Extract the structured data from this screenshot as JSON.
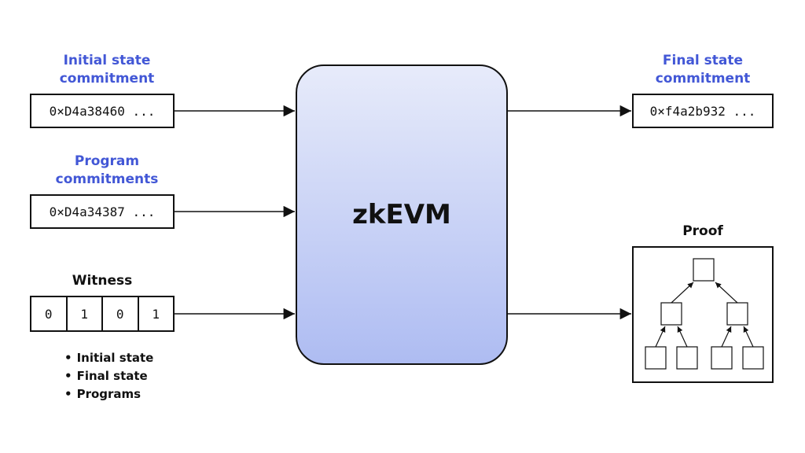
{
  "inputs": {
    "initial_state": {
      "label_line1": "Initial state",
      "label_line2": "commitment",
      "value": "0×D4a38460 ..."
    },
    "program": {
      "label_line1": "Program",
      "label_line2": "commitments",
      "value": "0×D4a34387 ..."
    },
    "witness": {
      "label": "Witness",
      "bits": [
        "0",
        "1",
        "0",
        "1"
      ],
      "bullets": [
        "Initial state",
        "Final state",
        "Programs"
      ]
    }
  },
  "processor": {
    "title": "zkEVM"
  },
  "outputs": {
    "final_state": {
      "label_line1": "Final state",
      "label_line2": "commitment",
      "value": "0×f4a2b932 ..."
    },
    "proof": {
      "label": "Proof"
    }
  },
  "colors": {
    "accent": "#4257d6",
    "stroke": "#111111",
    "gradient_top": "#e7ebfa",
    "gradient_bottom": "#aebcf2"
  }
}
